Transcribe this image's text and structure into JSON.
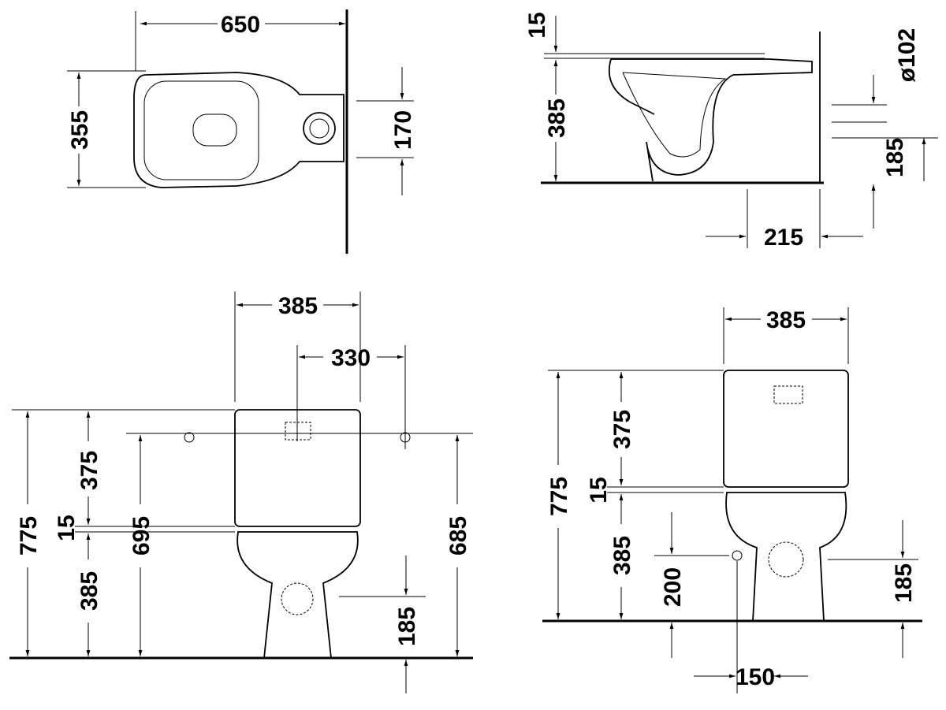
{
  "top_view": {
    "width": "650",
    "depth": "355",
    "outlet_spacing": "170"
  },
  "side_view": {
    "rim_offset": "15",
    "height": "385",
    "outlet_diameter": "ø102",
    "outlet_height": "185",
    "outlet_distance": "215"
  },
  "front_view": {
    "tank_width": "385",
    "fixing_spacing": "330",
    "total_height": "775",
    "tank_height": "375",
    "gap": "15",
    "bowl_height": "385",
    "fixing_height_left": "695",
    "outlet_height": "185",
    "fixing_height_right": "685"
  },
  "side_elevation": {
    "tank_width": "385",
    "total_height": "775",
    "tank_height": "375",
    "gap": "15",
    "bowl_height": "385",
    "supply_height": "200",
    "outlet_height": "185",
    "outlet_offset": "150"
  }
}
